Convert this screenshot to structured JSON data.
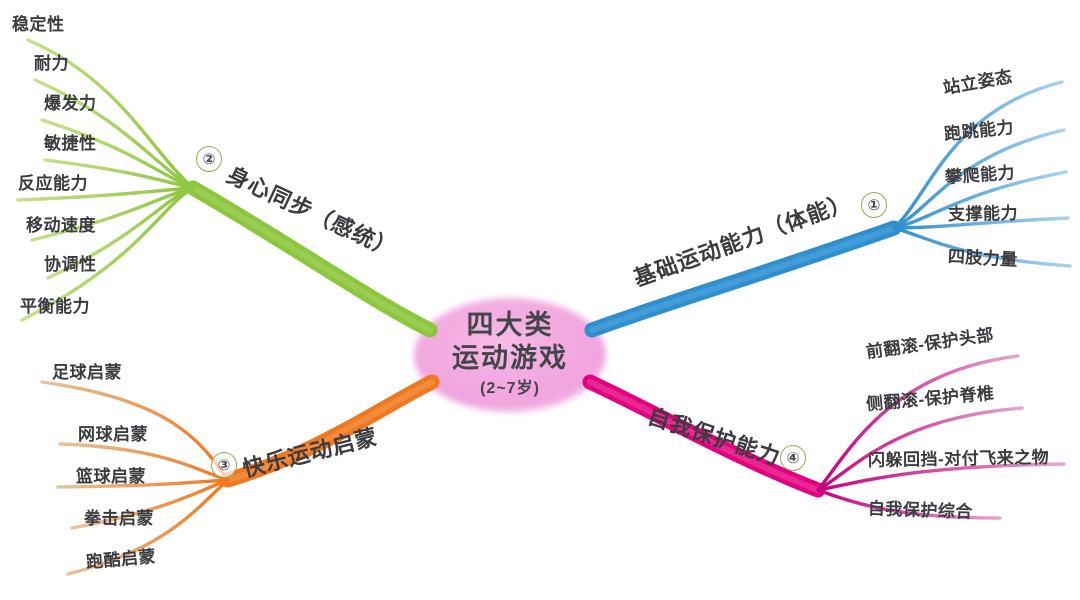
{
  "diagram": {
    "type": "mind-map",
    "title": "四大类运动游戏思维导图",
    "center": {
      "line1": "四大类",
      "line2": "运动游戏",
      "line3": "(2~7岁)",
      "fill_color": "#f3a8dd"
    },
    "branches": [
      {
        "number": "①",
        "title": "基础运动能力（体能）",
        "color": "#2e8fd0",
        "position": "top-right",
        "leaves": [
          {
            "label": "站立姿态"
          },
          {
            "label": "跑跳能力"
          },
          {
            "label": "攀爬能力"
          },
          {
            "label": "支撑能力"
          },
          {
            "label": "四肢力量"
          }
        ]
      },
      {
        "number": "②",
        "title": "身心同步（感统）",
        "color": "#8cc63e",
        "position": "top-left",
        "leaves": [
          {
            "label": "稳定性"
          },
          {
            "label": "耐力"
          },
          {
            "label": "爆发力"
          },
          {
            "label": "敏捷性"
          },
          {
            "label": "反应能力"
          },
          {
            "label": "移动速度"
          },
          {
            "label": "协调性"
          },
          {
            "label": "平衡能力"
          }
        ]
      },
      {
        "number": "③",
        "title": "快乐运动启蒙",
        "color": "#f07820",
        "position": "bottom-left",
        "leaves": [
          {
            "label": "足球启蒙"
          },
          {
            "label": "网球启蒙"
          },
          {
            "label": "篮球启蒙"
          },
          {
            "label": "拳击启蒙"
          },
          {
            "label": "跑酷启蒙"
          }
        ]
      },
      {
        "number": "④",
        "title": "自我保护能力",
        "color": "#e4007f",
        "position": "bottom-right",
        "leaves": [
          {
            "label": "前翻滚-保护头部"
          },
          {
            "label": "侧翻滚-保护脊椎"
          },
          {
            "label": "闪躲回挡-对付飞来之物"
          },
          {
            "label": "自我保护综合"
          }
        ]
      }
    ]
  }
}
